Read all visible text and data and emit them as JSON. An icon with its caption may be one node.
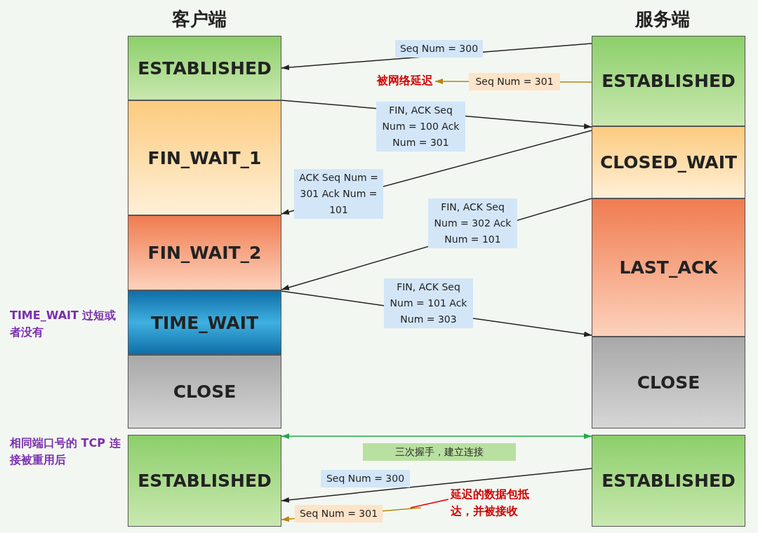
{
  "diagram": {
    "nodes": [
      {
        "text": [
          "ESTABLISHED"
        ]
      },
      {
        "text": [
          "FIN_WAIT_1"
        ]
      },
      {
        "text": [
          "FIN_WAIT_2"
        ]
      },
      {
        "text": [
          "TIME_WAIT"
        ]
      },
      {
        "text": [
          "CLOSE"
        ]
      },
      {
        "text": [
          "ESTABLISHED"
        ]
      },
      {
        "text": [
          "ESTABLISHED"
        ]
      },
      {
        "text": [
          "CLOSED_WAIT"
        ]
      },
      {
        "text": [
          "LAST_ACK"
        ]
      },
      {
        "text": [
          "CLOSE"
        ]
      },
      {
        "text": [
          "ESTABLISHED"
        ]
      },
      {
        "text": [
          "延迟的数据包抵达，并被接收"
        ]
      },
      {
        "text": [
          "被网络延迟"
        ]
      }
    ],
    "edges": [
      {
        "from": 6,
        "to": 0,
        "arrow": "to",
        "label": "Seq Num = 300"
      },
      {
        "from": 6,
        "to": 12,
        "arrow": "to",
        "label": "Seq Num = 301",
        "color": "#b8860b"
      },
      {
        "from": 1,
        "to": 7,
        "arrow": "to",
        "label": "FIN, ACK Seq Num = 100 Ack Num = 301"
      },
      {
        "from": 7,
        "to": 1,
        "arrow": "to",
        "label": "ACK Seq Num = 301 Ack Num = 101"
      },
      {
        "from": 8,
        "to": 2,
        "arrow": "to",
        "label": "FIN, ACK Seq Num = 302 Ack Num = 101"
      },
      {
        "from": 3,
        "to": 9,
        "arrow": "to",
        "label": "FIN, ACK Seq Num = 101 Ack Num = 303"
      },
      {
        "from": 5,
        "to": 10,
        "arrow": "both",
        "label": "三次握手，建立连接",
        "color": "#22a84a"
      },
      {
        "from": 10,
        "to": 5,
        "arrow": "to",
        "label": "Seq Num = 300"
      },
      {
        "from": null,
        "to": 5,
        "arrow": "to",
        "label": "Seq Num = 301",
        "color": "#b8860b"
      },
      {
        "from": 11,
        "to": null,
        "arrow": "none",
        "color": "#e00000"
      }
    ],
    "labels": [
      "客户端",
      "服务端",
      "TIME_WAIT 过短或者没有",
      "相同端口号的 TCP 连接被重用后"
    ]
  }
}
